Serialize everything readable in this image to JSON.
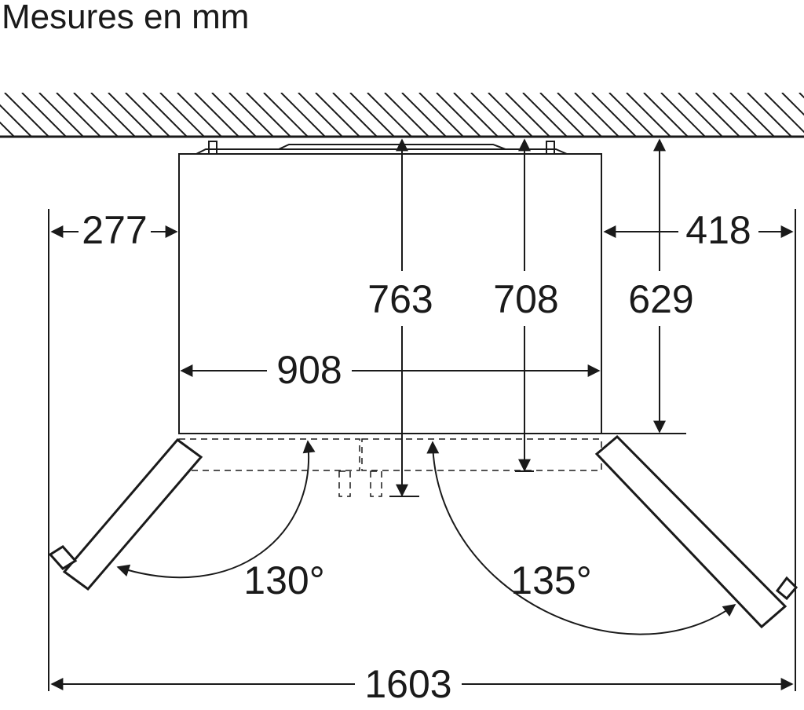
{
  "title": "Mesures en mm",
  "dimensions": {
    "left_clearance": "277",
    "right_clearance": "418",
    "depth_total_open": "763",
    "depth_door_open": "708",
    "depth_body": "629",
    "width_body": "908",
    "width_total_open": "1603"
  },
  "angles": {
    "left_door": "130°",
    "right_door": "135°"
  },
  "colors": {
    "line": "#1a1a1a",
    "background": "#ffffff"
  }
}
